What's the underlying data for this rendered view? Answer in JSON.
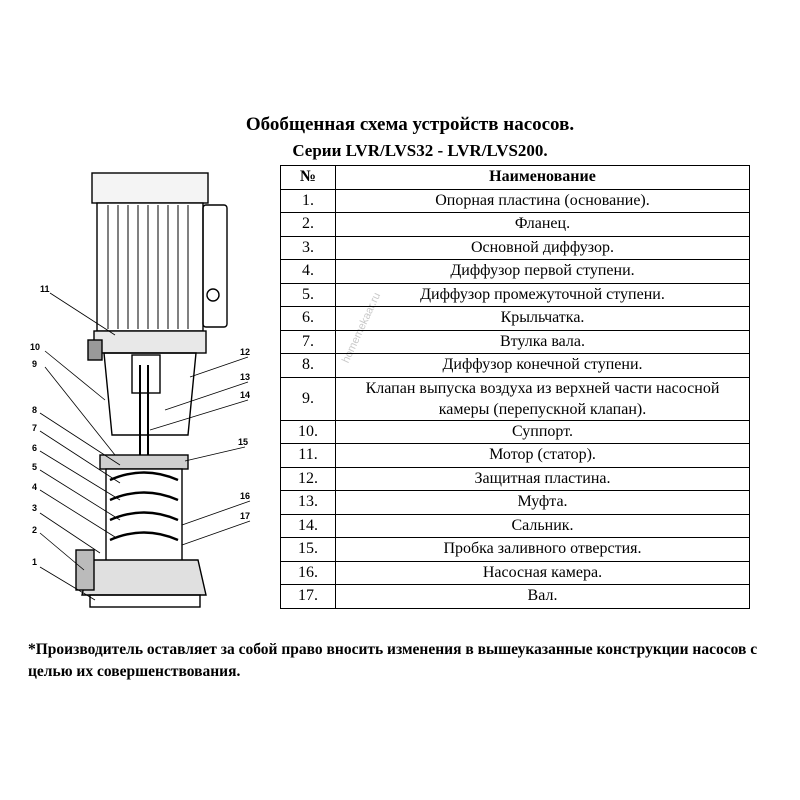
{
  "header": {
    "title": "Обобщенная схема устройств насосов.",
    "subtitle": "Серии LVR/LVS32 - LVR/LVS200."
  },
  "table": {
    "col_num": "№",
    "col_name": "Наименование",
    "rows": [
      {
        "num": "1.",
        "name": "Опорная пластина (основание)."
      },
      {
        "num": "2.",
        "name": "Фланец."
      },
      {
        "num": "3.",
        "name": "Основной диффузор."
      },
      {
        "num": "4.",
        "name": "Диффузор первой ступени."
      },
      {
        "num": "5.",
        "name": "Диффузор промежуточной ступени."
      },
      {
        "num": "6.",
        "name": "Крыльчатка."
      },
      {
        "num": "7.",
        "name": "Втулка вала."
      },
      {
        "num": "8.",
        "name": "Диффузор конечной ступени."
      },
      {
        "num": "9.",
        "name": "Клапан выпуска воздуха из верхней части насосной камеры (перепускной клапан)."
      },
      {
        "num": "10.",
        "name": "Суппорт."
      },
      {
        "num": "11.",
        "name": "Мотор (статор)."
      },
      {
        "num": "12.",
        "name": "Защитная пластина."
      },
      {
        "num": "13.",
        "name": "Муфта."
      },
      {
        "num": "14.",
        "name": "Сальник."
      },
      {
        "num": "15.",
        "name": "Пробка заливного отверстия."
      },
      {
        "num": "16.",
        "name": "Насосная камера."
      },
      {
        "num": "17.",
        "name": "Вал."
      }
    ]
  },
  "diagram": {
    "callouts": [
      "1",
      "2",
      "3",
      "4",
      "5",
      "6",
      "7",
      "8",
      "9",
      "10",
      "11",
      "12",
      "13",
      "14",
      "15",
      "16",
      "17"
    ]
  },
  "note": "*Производитель оставляет за собой право вносить изменения в вышеуказанные конструкции насосов с целью их совершенствования.",
  "watermark": "homemekaar.ru"
}
